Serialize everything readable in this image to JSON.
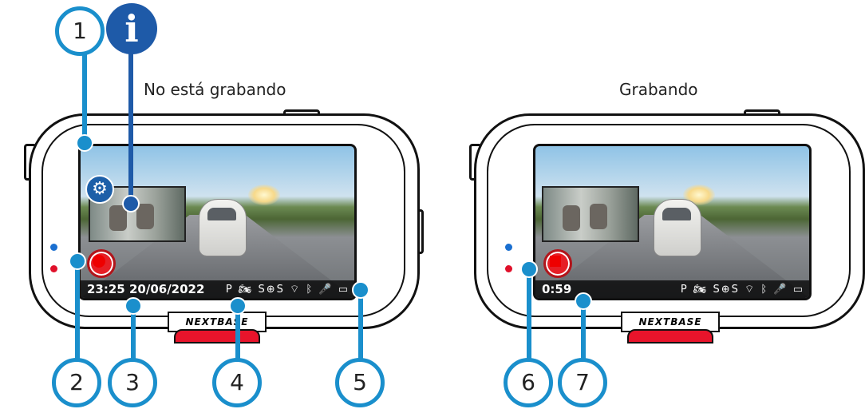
{
  "left_panel": {
    "title": "No está grabando",
    "status_time": "23:25 20/06/2022",
    "status_icons": [
      "P",
      "🏍",
      "S⊕S",
      "wifi-icon",
      "bluetooth-icon",
      "mic-icon",
      "battery-icon"
    ],
    "logo": "NEXTBASE"
  },
  "right_panel": {
    "title": "Grabando",
    "status_time": "0:59",
    "status_icons": [
      "P",
      "🏍",
      "S⊕S",
      "wifi-icon",
      "bluetooth-icon",
      "mic-icon",
      "battery-icon"
    ],
    "logo": "NEXTBASE"
  },
  "callouts": [
    "1",
    "2",
    "3",
    "4",
    "5",
    "6",
    "7"
  ],
  "info_label": "i",
  "colors": {
    "callout": "#1a8fcc",
    "info": "#1e5aa8",
    "record": "#e61f26",
    "led_blue": "#1a6fd0",
    "led_red": "#e0102a"
  }
}
